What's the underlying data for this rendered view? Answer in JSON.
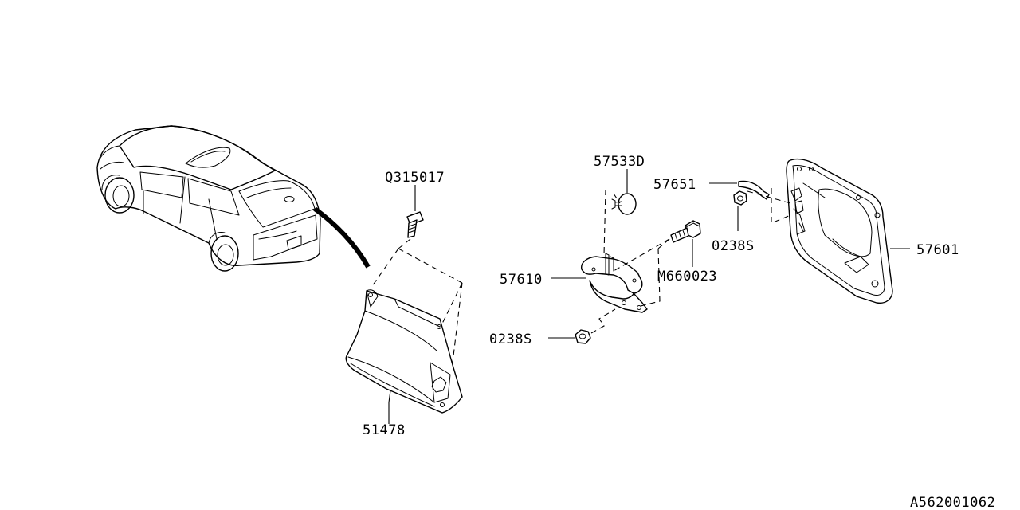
{
  "labels": {
    "part_51478": "51478",
    "part_q315017": "Q315017",
    "part_57533d": "57533D",
    "part_57651": "57651",
    "part_0238s_upper": "0238S",
    "part_57601": "57601",
    "part_57610": "57610",
    "part_m660023": "M660023",
    "part_0238s_lower": "0238S",
    "diagram_code": "A562001062"
  }
}
